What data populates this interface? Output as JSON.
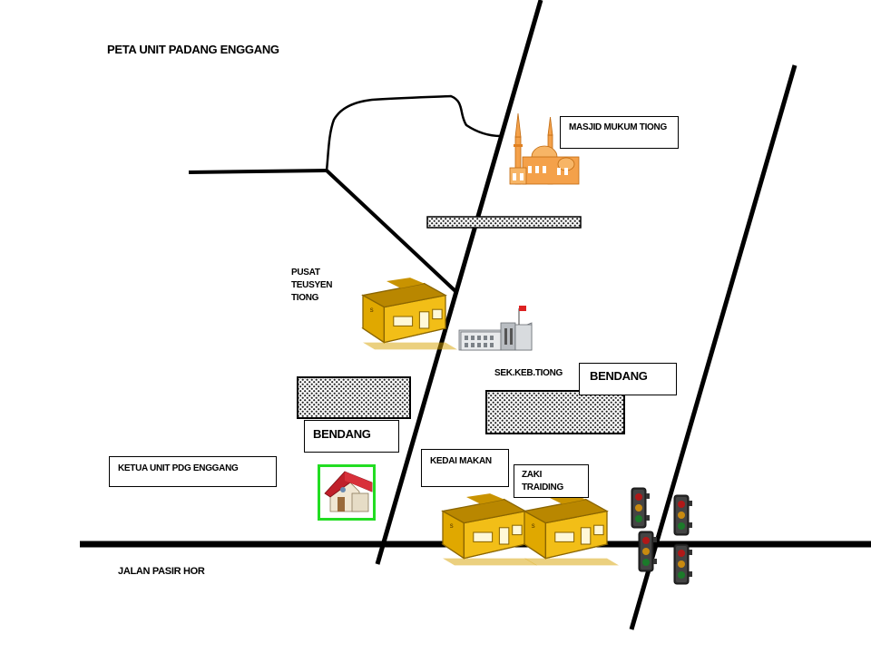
{
  "map": {
    "title": "PETA UNIT PADANG ENGGANG",
    "road_label": "JALAN PASIR HOR",
    "landmarks": {
      "mosque": "MASJID   MUKUM TIONG",
      "tuition_line1": "PUSAT",
      "tuition_line2": "TEUSYEN",
      "tuition_line3": "TIONG",
      "school": "SEK.KEB.TIONG",
      "paddy_right": "BENDANG",
      "paddy_left": "BENDANG",
      "head_house": "KETUA UNIT PDG ENGGANG",
      "food_stall": "KEDAI MAKAN",
      "shop_line1": "ZAKI",
      "shop_line2": "TRAIDING"
    },
    "icons": [
      "mosque-icon",
      "shop-icon",
      "school-icon",
      "house-icon",
      "traffic-light-icon"
    ],
    "colors": {
      "shop": "#d9a100",
      "mosque": "#f4a14a",
      "house_roof": "#c0202a",
      "house_bg": "#22dd22",
      "road": "#000000"
    }
  }
}
